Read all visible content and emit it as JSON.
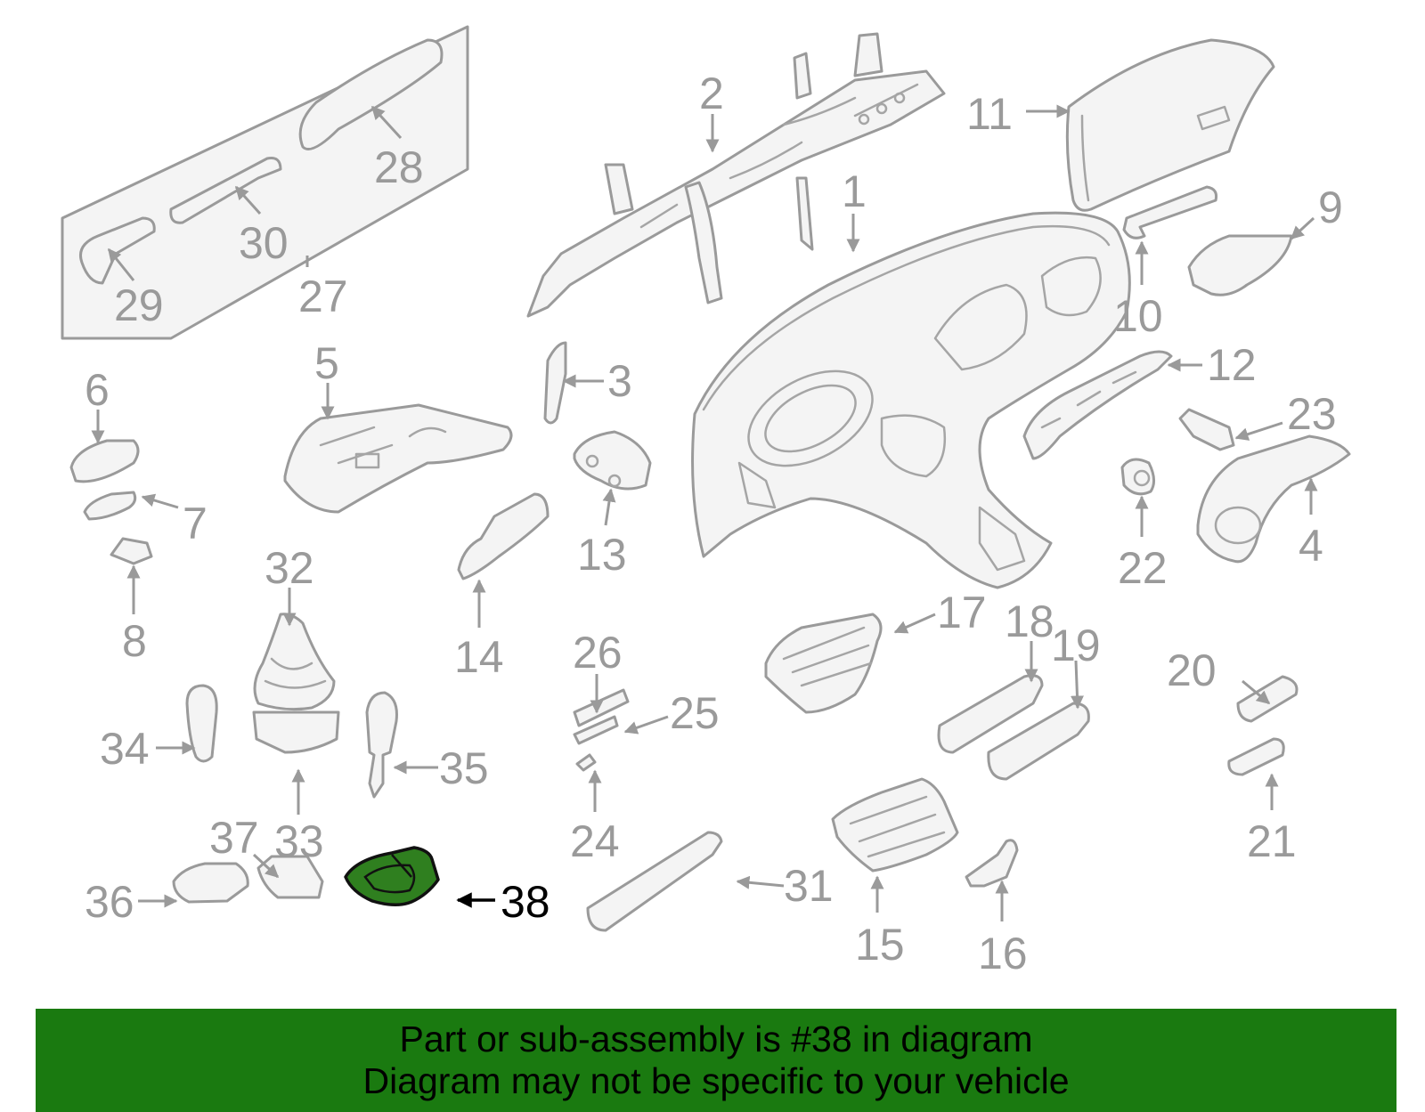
{
  "highlight": {
    "part_number": "38",
    "color": "#2f7f1f"
  },
  "banner": {
    "line1": "Part or sub-assembly is #38 in diagram",
    "line2": "Diagram may not be specific to your vehicle",
    "background": "#1a7a10"
  },
  "callouts": [
    "1",
    "2",
    "3",
    "4",
    "5",
    "6",
    "7",
    "8",
    "9",
    "10",
    "11",
    "12",
    "13",
    "14",
    "15",
    "16",
    "17",
    "18",
    "19",
    "20",
    "21",
    "22",
    "23",
    "24",
    "25",
    "26",
    "27",
    "28",
    "29",
    "30",
    "31",
    "32",
    "33",
    "34",
    "35",
    "36",
    "37",
    "38"
  ]
}
